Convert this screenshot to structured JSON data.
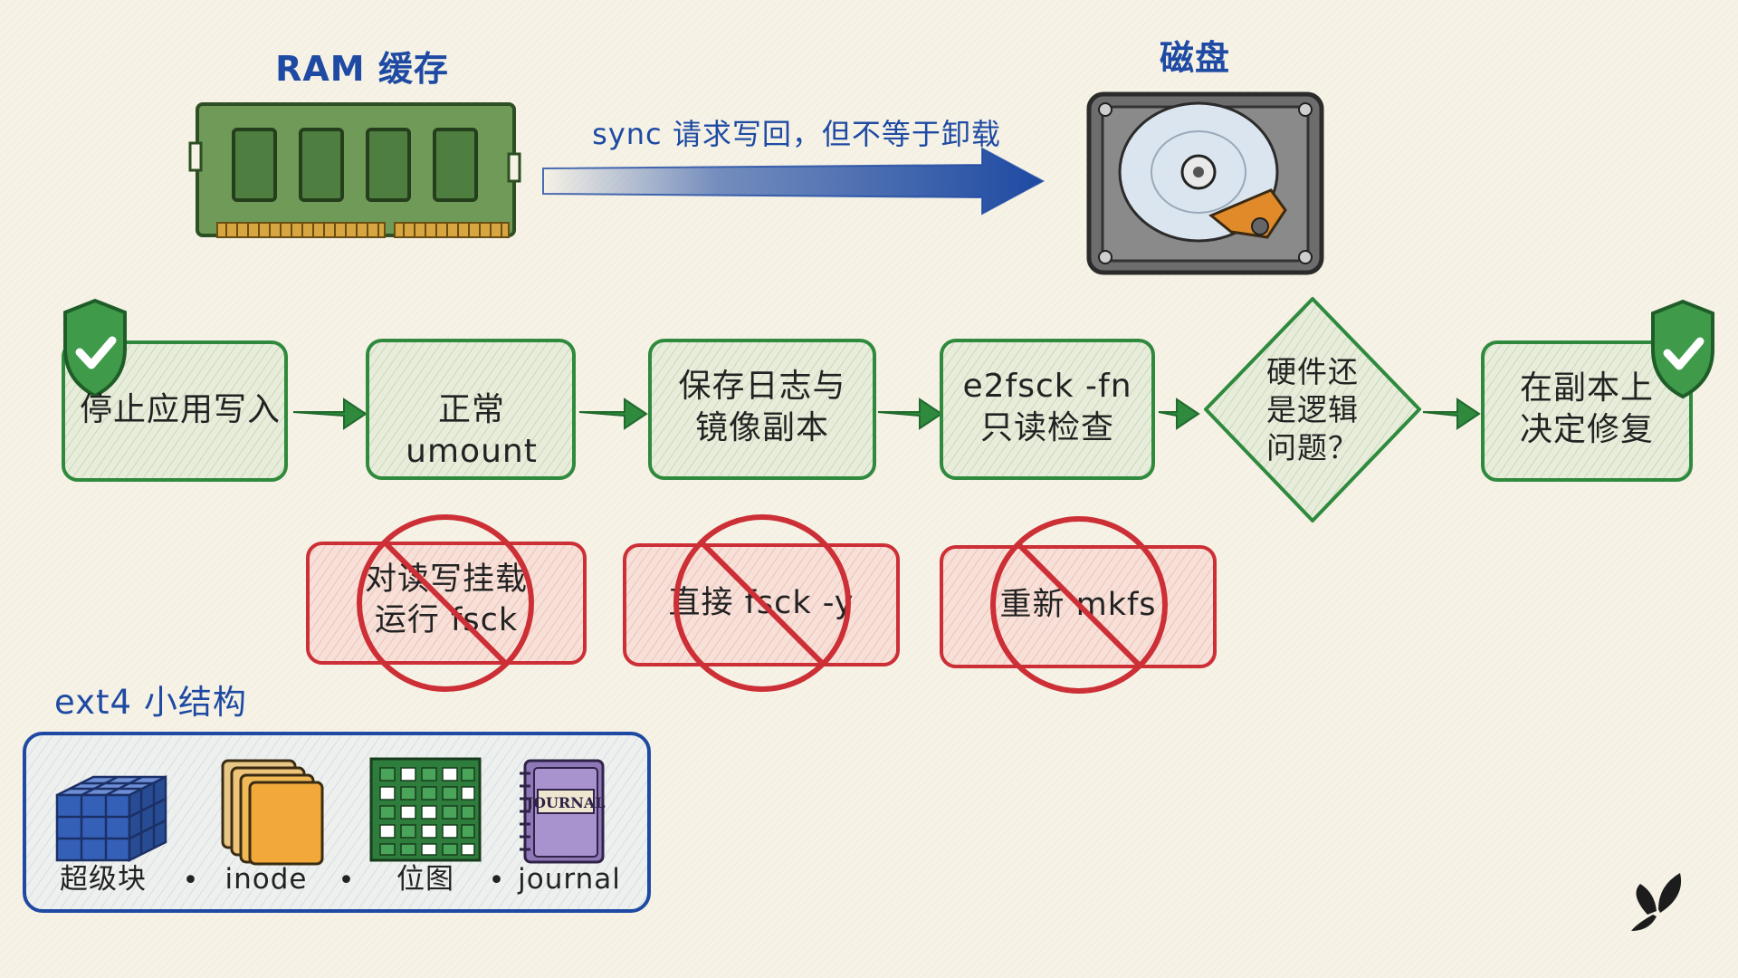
{
  "ram": {
    "title": "RAM 缓存",
    "icon": "ram-module-icon"
  },
  "disk": {
    "title": "磁盘",
    "icon": "hard-disk-icon"
  },
  "sync_arrow": {
    "label": "sync 请求写回，但不等于卸载",
    "icon": "arrow-right-icon"
  },
  "steps": [
    {
      "lines": [
        "停止应用写入"
      ],
      "icon": "shield-check-icon"
    },
    {
      "lines": [
        "正常 umount"
      ]
    },
    {
      "lines": [
        "保存日志与",
        "镜像副本"
      ]
    },
    {
      "lines": [
        "e2fsck -fn",
        "只读检查"
      ]
    },
    {
      "lines": [
        "硬件还",
        "是逻辑",
        "问题？"
      ],
      "shape": "diamond"
    },
    {
      "lines": [
        "在副本上",
        "决定修复"
      ],
      "icon": "shield-check-icon"
    }
  ],
  "forbidden": [
    {
      "lines": [
        "对读写挂载",
        "运行 fsck"
      ],
      "icon": "prohibited-icon"
    },
    {
      "lines": [
        "直接 fsck -y"
      ],
      "icon": "prohibited-icon"
    },
    {
      "lines": [
        "重新 mkfs"
      ],
      "icon": "prohibited-icon"
    }
  ],
  "ext4": {
    "title": "ext4 小结构",
    "items": [
      {
        "label": "超级块",
        "icon": "cube-grid-icon"
      },
      {
        "label": "inode",
        "icon": "stacked-cards-icon"
      },
      {
        "label": "位图",
        "icon": "bitmap-grid-icon"
      },
      {
        "label": "journal",
        "icon": "journal-book-icon"
      }
    ],
    "separator": "•",
    "journal_cover_text": "JOURNAL"
  },
  "brand_icon": "butterfly-icon",
  "colors": {
    "green": "#2f8a3e",
    "green_fill": "#e8eddb",
    "red": "#cc2f35",
    "red_fill": "#f6dcd4",
    "blue": "#1e4aa3",
    "paper": "#f6f2e6"
  }
}
